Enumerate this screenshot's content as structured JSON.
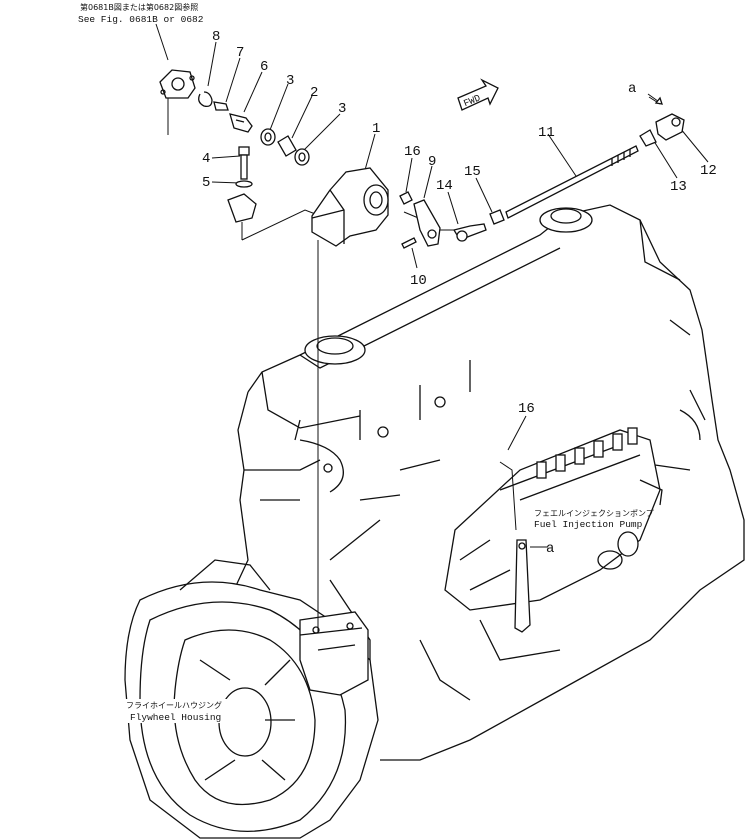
{
  "reference": {
    "japanese": "第0681B図または第0682図参照",
    "english": "See Fig. 0681B or 0682"
  },
  "direction_marker": "FWD",
  "part_numbers": {
    "p1": "1",
    "p2": "2",
    "p3a": "3",
    "p3b": "3",
    "p4": "4",
    "p5": "5",
    "p6": "6",
    "p7": "7",
    "p8": "8",
    "p9": "9",
    "p10": "10",
    "p11": "11",
    "p12": "12",
    "p13": "13",
    "p14": "14",
    "p15": "15",
    "p16a": "16",
    "p16b": "16"
  },
  "connection_marks": {
    "top": "a",
    "pump": "a"
  },
  "callouts": {
    "fuel_pump_japanese": "フェエルインジェクションポンプ",
    "fuel_pump_english": "Fuel Injection Pump",
    "flywheel_japanese": "フライホイールハウジング",
    "flywheel_english": "Flywheel Housing"
  }
}
